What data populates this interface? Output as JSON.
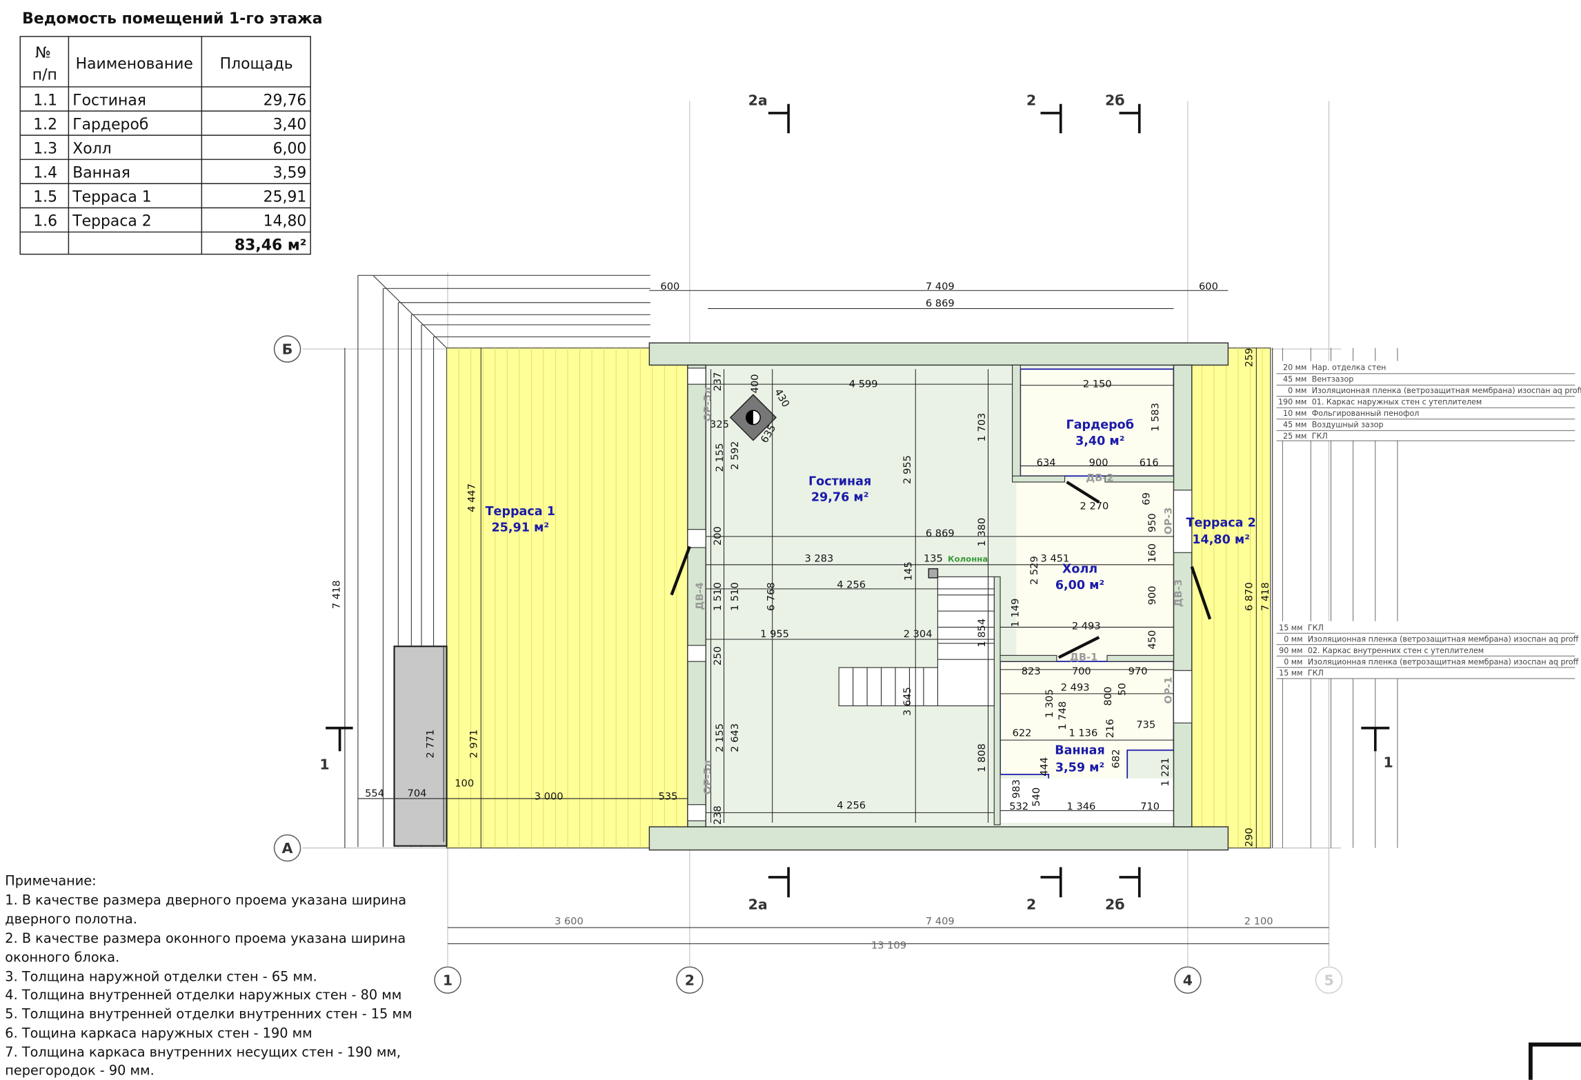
{
  "title": "Ведомость помещений 1-го этажа",
  "table": {
    "headers": [
      "№ п/п",
      "Наименование",
      "Площадь"
    ],
    "header_no_1": "№",
    "header_no_2": "п/п",
    "rows": [
      {
        "no": "1.1",
        "name": "Гостиная",
        "area": "29,76"
      },
      {
        "no": "1.2",
        "name": "Гардероб",
        "area": "3,40"
      },
      {
        "no": "1.3",
        "name": "Холл",
        "area": "6,00"
      },
      {
        "no": "1.4",
        "name": "Ванная",
        "area": "3,59"
      },
      {
        "no": "1.5",
        "name": "Терраса 1",
        "area": "25,91"
      },
      {
        "no": "1.6",
        "name": "Терраса 2",
        "area": "14,80"
      }
    ],
    "total": "83,46 м²"
  },
  "rooms": {
    "living": {
      "name": "Гостиная",
      "area": "29,76 м²"
    },
    "wardrobe": {
      "name": "Гардероб",
      "area": "3,40 м²"
    },
    "hall": {
      "name": "Холл",
      "area": "6,00 м²"
    },
    "bath": {
      "name": "Ванная",
      "area": "3,59 м²"
    },
    "terrace1": {
      "name": "Терраса 1",
      "area": "25,91 м²"
    },
    "terrace2": {
      "name": "Терраса 2",
      "area": "14,80 м²"
    },
    "column": "Колонна"
  },
  "tags": [
    "ДВ-2",
    "ДВ-1",
    "ДВ-3",
    "ДВ-4",
    "ОР-3",
    "ОР-1",
    "ОР-5л",
    "ОР-5л"
  ],
  "axes": {
    "a": "А",
    "b": "Б",
    "n1": "1",
    "n2": "2",
    "n4": "4",
    "n5": "5"
  },
  "sections": {
    "s2a": "2а",
    "s2": "2",
    "s2b": "2б",
    "s1": "1"
  },
  "dims": [
    "600",
    "7 409",
    "600",
    "6 869",
    "4 599",
    "2 150",
    "237",
    "400",
    "430",
    "325",
    "635",
    "2 155",
    "2 592",
    "1 703",
    "2 955",
    "1 583",
    "634",
    "900",
    "616",
    "2 270",
    "69",
    "950",
    "6 869",
    "200",
    "1 380",
    "3 283",
    "135",
    "3 451",
    "2 529",
    "160",
    "145",
    "4 256",
    "1 510",
    "1 510",
    "6 768",
    "900",
    "1 149",
    "2 493",
    "1 955",
    "2 304",
    "1 854",
    "450",
    "823",
    "700",
    "970",
    "2 493",
    "250",
    "1 305",
    "1 748",
    "800",
    "3 645",
    "622",
    "1 136",
    "216",
    "735",
    "2 155",
    "2 643",
    "444",
    "682",
    "1 808",
    "983",
    "540",
    "1 221",
    "532",
    "1 346",
    "710",
    "238",
    "4 256",
    "4 447",
    "7 418",
    "2 971",
    "2 771",
    "554",
    "704",
    "100",
    "3 000",
    "535",
    "6 870",
    "7 418",
    "259",
    "290",
    "3 600",
    "7 409",
    "2 100",
    "13 109",
    "50"
  ],
  "legend_outer": [
    {
      "t": "20 мм",
      "d": "Нар. отделка стен"
    },
    {
      "t": "45 мм",
      "d": "Вентзазор"
    },
    {
      "t": "0 мм",
      "d": "Изоляционная пленка (ветрозащитная мембрана) изоспан aq proff"
    },
    {
      "t": "190 мм",
      "d": "01. Каркас наружных стен с утеплителем"
    },
    {
      "t": "10 мм",
      "d": "Фольгированный пенофол"
    },
    {
      "t": "45 мм",
      "d": "Воздушный зазор"
    },
    {
      "t": "25 мм",
      "d": "ГКЛ"
    }
  ],
  "legend_inner": [
    {
      "t": "15 мм",
      "d": "ГКЛ"
    },
    {
      "t": "0 мм",
      "d": "Изоляционная пленка (ветрозащитная мембрана) изоспан aq proff"
    },
    {
      "t": "90 мм",
      "d": "02. Каркас внутренних стен с утеплителем"
    },
    {
      "t": "0 мм",
      "d": "Изоляционная пленка (ветрозащитная мембрана) изоспан aq proff"
    },
    {
      "t": "15 мм",
      "d": "ГКЛ"
    }
  ],
  "notes": [
    "Примечание:",
    "1. В качестве размера дверного проема указана ширина",
    "дверного полотна.",
    "2. В качестве размера оконного проема указана ширина",
    "оконного блока.",
    "3. Толщина наружной отделки стен - 65 мм.",
    "4. Толщина внутренней отделки наружных стен - 80 мм",
    "5. Толщина внутренней отделки внутренних стен - 15 мм",
    "6. Тощина каркаса наружных стен - 190 мм",
    "7. Толщина каркаса внутренних несущих стен - 190 мм,",
    "перегородок - 90 мм."
  ],
  "colors": {
    "terrace": "#ffff99",
    "wall": "#d6e6d2",
    "room_text": "#1a1aa8",
    "living_floor": "#eaf2e6",
    "hall_floor": "#fdfdf0"
  }
}
